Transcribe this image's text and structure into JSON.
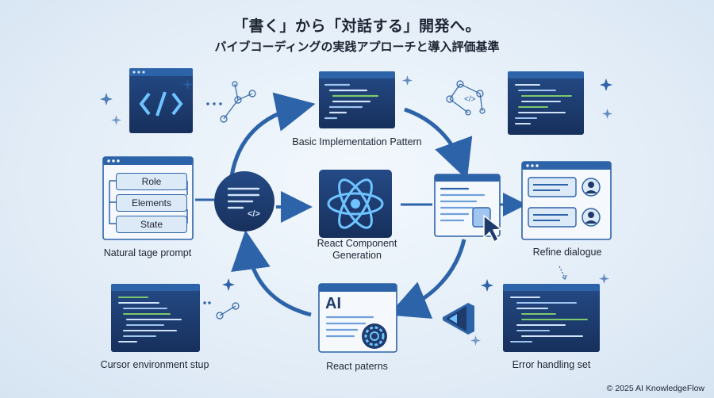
{
  "title": {
    "line1": "「書く」から「対話する」開発へ。",
    "line2": "バイブコーディングの実践アプローチと導入評価基準"
  },
  "nodes": {
    "basic": "Basic Implementation Pattern",
    "react_component": [
      "React Component",
      "Generation"
    ],
    "natural": "Natural tage prompt",
    "refine": "Refine dialogue",
    "cursor": "Cursor environment stup",
    "react_patterns": "React paterns",
    "error": "Error handling set"
  },
  "prompt_boxes": [
    "Role",
    "Elements",
    "State"
  ],
  "icons": {
    "code_tag": "</>",
    "code_tag_small": "</>",
    "ai_label": "AI"
  },
  "copyright": "© 2025 AI KnowledgeFlow",
  "colors": {
    "navy": "#1e3b6c",
    "blue": "#2d63a8",
    "accent": "#6fc3ff",
    "background": "#e4eef8"
  }
}
